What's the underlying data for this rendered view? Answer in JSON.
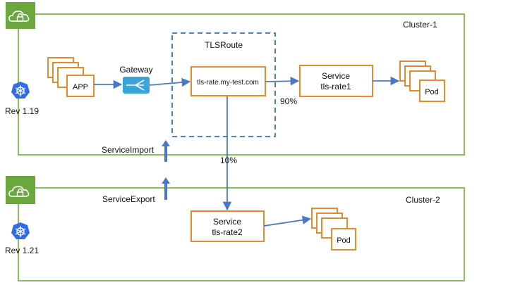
{
  "colors": {
    "cluster_border": "#8bbf55",
    "cloud_badge": "#6aa83e",
    "box_border": "#e58a2d",
    "arrow": "#4a78c8",
    "tlsroute_dash": "#3b6fc1",
    "k8s": "#326ce5",
    "gateway": "#3aa4d8"
  },
  "cluster1": {
    "label": "Cluster-1",
    "version": "Rev 1.19",
    "icon": "cloud-lock-icon",
    "k8s_icon": "kubernetes-icon"
  },
  "cluster2": {
    "label": "Cluster-2",
    "version": "Rev 1.21",
    "icon": "cloud-lock-icon",
    "k8s_icon": "kubernetes-icon"
  },
  "app": {
    "label": "APP"
  },
  "gateway": {
    "label": "Gateway",
    "icon": "gateway-icon"
  },
  "tlsroute": {
    "title": "TLSRoute",
    "host": "tls-rate.my-test.com"
  },
  "service1": {
    "line1": "Service",
    "line2": "tls-rate1"
  },
  "service2": {
    "line1": "Service",
    "line2": "tls-rate2"
  },
  "pods": {
    "label": "Pod"
  },
  "traffic": {
    "split1": "90%",
    "split2": "10%"
  },
  "service_import": {
    "label": "ServiceImport"
  },
  "service_export": {
    "label": "ServiceExport"
  }
}
